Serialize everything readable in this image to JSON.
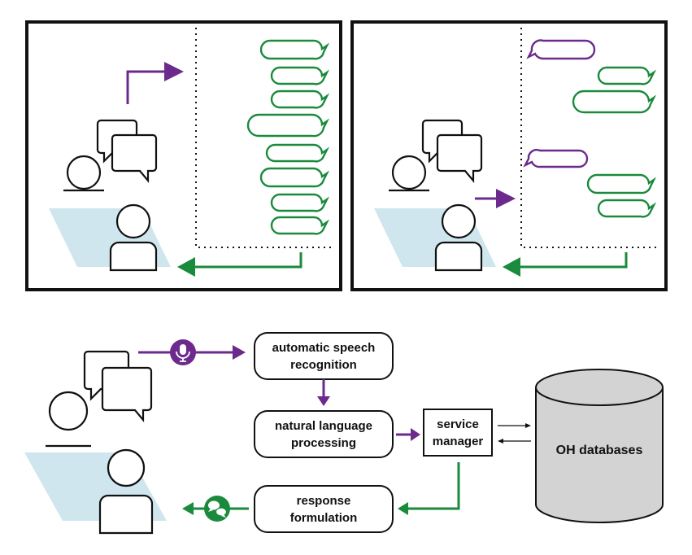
{
  "colors": {
    "purple": "#6b2a8c",
    "green": "#1a8a3c",
    "desk": "#cfe6ef",
    "db_fill": "#d3d3d3",
    "outline": "#111111"
  },
  "pipeline": {
    "asr": {
      "line1": "automatic speech",
      "line2": "recognition"
    },
    "nlp": {
      "line1": "natural language",
      "line2": "processing"
    },
    "service": {
      "line1": "service",
      "line2": "manager"
    },
    "response": {
      "line1": "response",
      "line2": "formulation"
    },
    "database": {
      "label": "OH databases"
    }
  },
  "icons": {
    "input": "microphone-icon",
    "output": "chat-bubbles-icon",
    "speaker": "speech-bubbles-icon",
    "person": "person-icon"
  }
}
